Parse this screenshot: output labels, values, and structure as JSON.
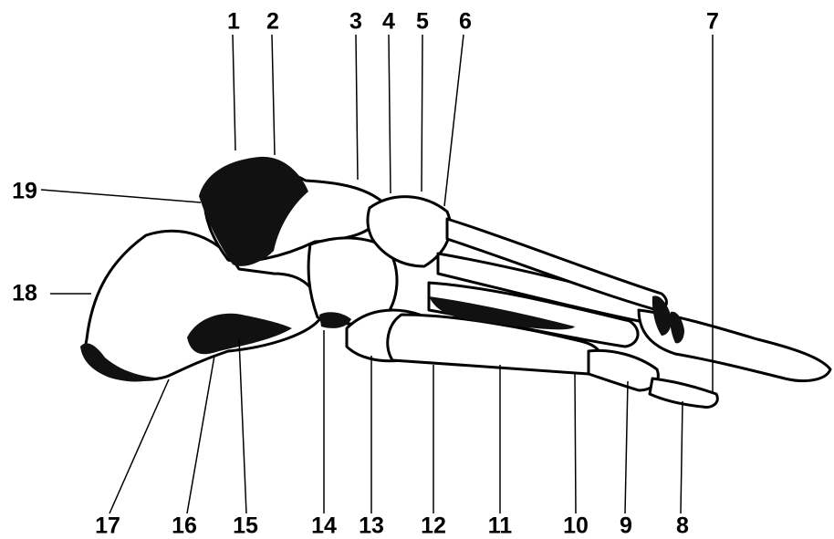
{
  "figure": {
    "colors": {
      "bone": "#ffffff",
      "outline": "#000000",
      "shadow": "#111111",
      "background": "#ffffff"
    },
    "labels": {
      "l1": "1",
      "l2": "2",
      "l3": "3",
      "l4": "4",
      "l5": "5",
      "l6": "6",
      "l7": "7",
      "l8": "8",
      "l9": "9",
      "l10": "10",
      "l11": "11",
      "l12": "12",
      "l13": "13",
      "l14": "14",
      "l15": "15",
      "l16": "16",
      "l17": "17",
      "l18": "18",
      "l19": "19"
    }
  }
}
